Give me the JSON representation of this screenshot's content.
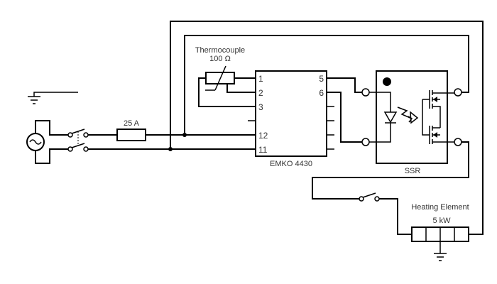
{
  "labels": {
    "thermocouple": "Thermocouple",
    "thermocouple_value": "100 Ω",
    "fuse_rating": "25 A",
    "controller": "EMKO 4430",
    "ssr": "SSR",
    "heater": "Heating Element",
    "heater_power": "5 kW"
  },
  "pins": {
    "p1": "1",
    "p2": "2",
    "p3": "3",
    "p5": "5",
    "p6": "6",
    "p12": "12",
    "p11": "11"
  }
}
